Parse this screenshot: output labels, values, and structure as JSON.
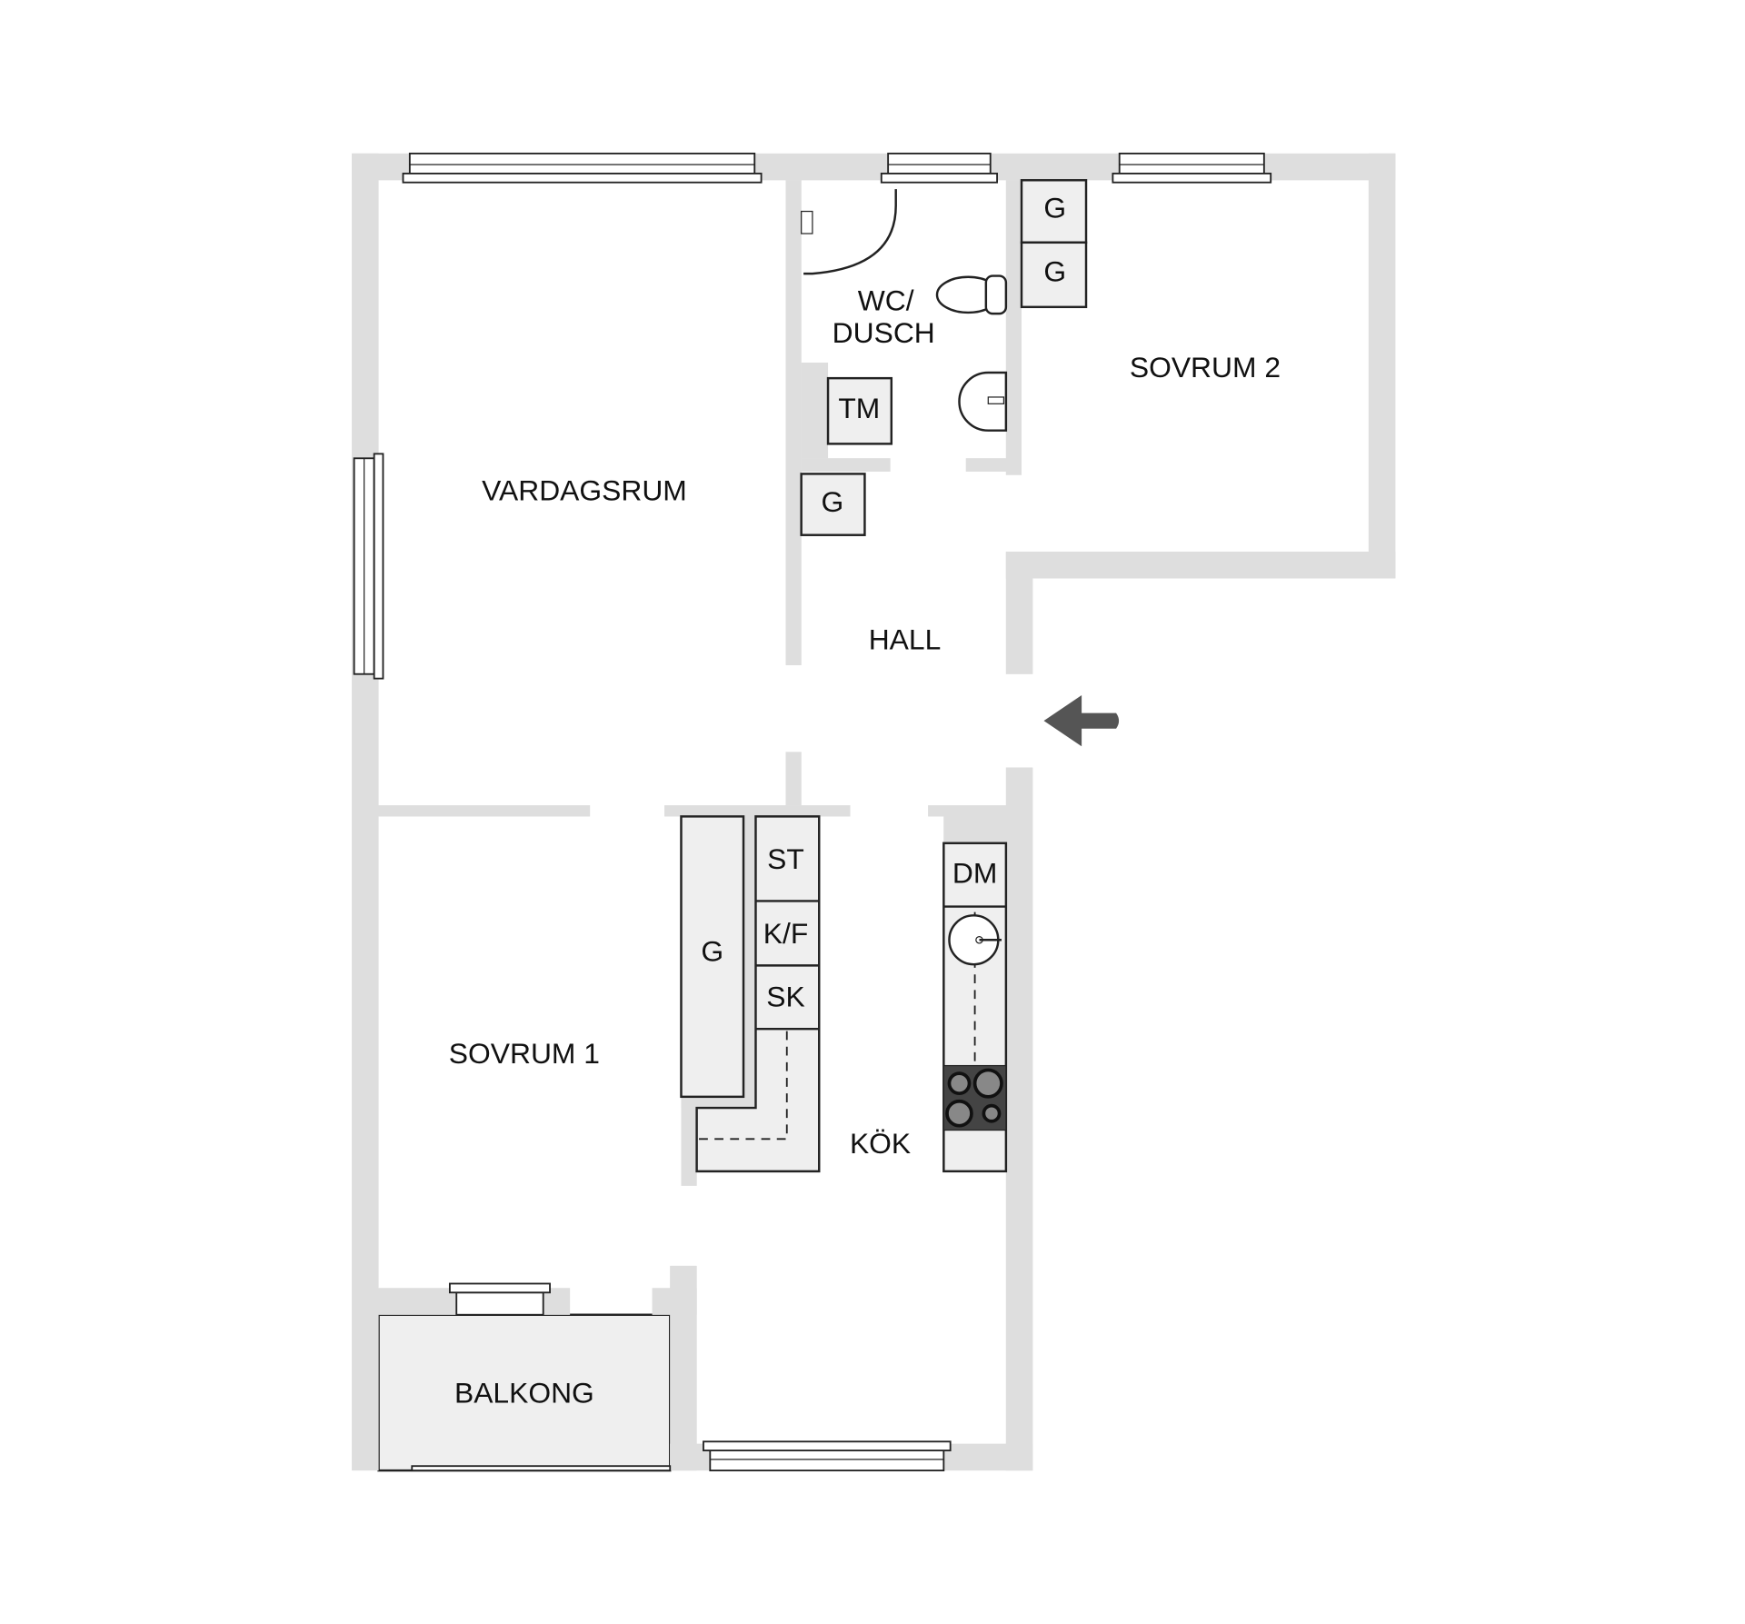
{
  "plan": {
    "rooms": {
      "vardagsrum": "VARDAGSRUM",
      "wc_line1": "WC/",
      "wc_line2": "DUSCH",
      "sovrum2": "SOVRUM 2",
      "hall": "HALL",
      "sovrum1": "SOVRUM 1",
      "kok": "KÖK",
      "balkong": "BALKONG"
    },
    "fixtures": {
      "tm": "TM",
      "hall_closet": "G",
      "sovrum2_closet_1": "G",
      "sovrum2_closet_2": "G",
      "kitchen_closet": "G",
      "st": "ST",
      "kf": "K/F",
      "sk": "SK",
      "dm": "DM"
    },
    "icons": {
      "entrance": "entrance-arrow-icon"
    },
    "colors": {
      "wall": "#dedede",
      "furniture": "#efefef",
      "stove": "#444444",
      "arrow": "#555555"
    }
  }
}
